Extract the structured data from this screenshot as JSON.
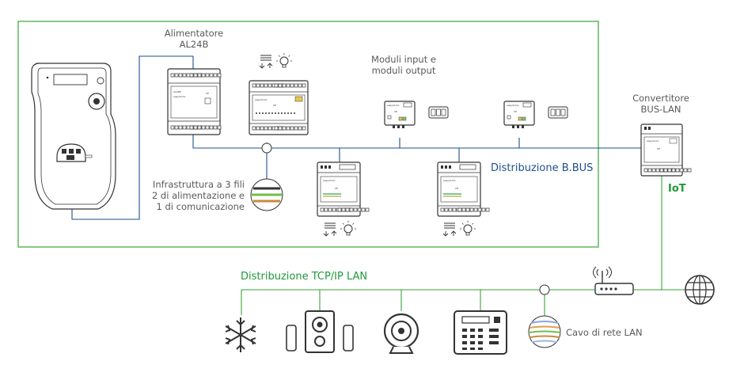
{
  "labels": {
    "alimentatore_line1": "Alimentatore",
    "alimentatore_line2": "AL24B",
    "moduli_line1": "Moduli input e",
    "moduli_line2": "moduli output",
    "convertitore_line1": "Convertitore",
    "convertitore_line2": "BUS-LAN",
    "distribuzione_bbus": "Distribuzione B.BUS",
    "iot": "IoT",
    "infrastruttura_line1": "Infrastruttura a 3 fili",
    "infrastruttura_line2": "2 di alimentazione e",
    "infrastruttura_line3": "1 di comunicazione",
    "distribuzione_lan": "Distribuzione TCP/IP LAN",
    "cavo_lan": "Cavo di rete LAN"
  },
  "devices": {
    "brand": "easydomo",
    "al24b_text": "AL24B",
    "ce_mark": "CE"
  },
  "icons": [
    "electricity-meter-icon",
    "power-supply-module-icon",
    "dimmer-module-icon",
    "lightbulb-icon",
    "io-module-icon",
    "light-switch-icon",
    "bus-lan-converter-icon",
    "bus-cable-section-icon",
    "lan-cable-section-icon",
    "router-icon",
    "globe-icon",
    "snowflake-icon",
    "speakers-icon",
    "webcam-icon",
    "alarm-keypad-icon"
  ],
  "colors": {
    "frame_green": "#3aa535",
    "bus_blue": "#1e4f8f",
    "lan_green": "#3aa535",
    "text_gray": "#5a5a5a",
    "iot_green": "#1f9a3a"
  }
}
